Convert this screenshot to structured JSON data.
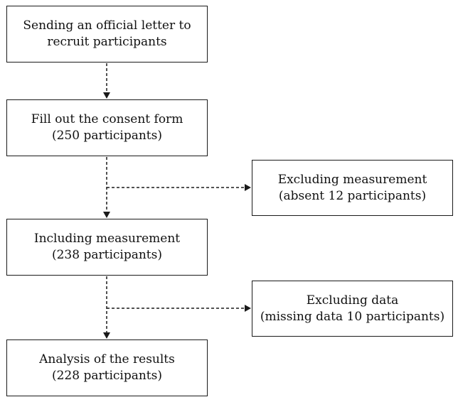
{
  "flow": {
    "steps": [
      {
        "line1": "Sending an official letter to",
        "line2": "recruit participants"
      },
      {
        "line1": "Fill out the consent form",
        "line2": "(250 participants)"
      },
      {
        "line1": "Including measurement",
        "line2": "(238 participants)"
      },
      {
        "line1": "Analysis of the results",
        "line2": "(228 participants)"
      }
    ],
    "exclusions": [
      {
        "line1": "Excluding measurement",
        "line2": "(absent 12 participants)"
      },
      {
        "line1": "Excluding data",
        "line2": "(missing data 10 participants)"
      }
    ]
  }
}
